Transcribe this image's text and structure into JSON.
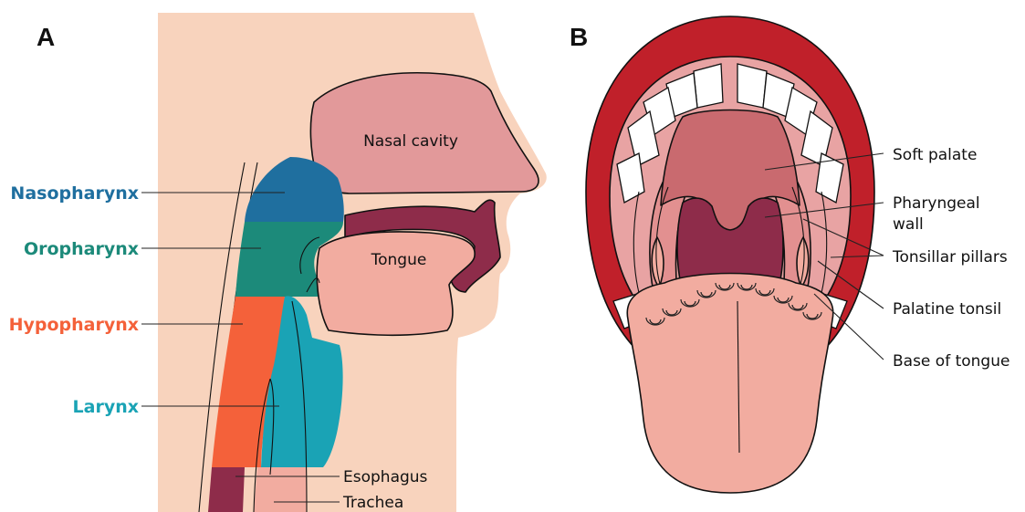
{
  "panels": {
    "a": {
      "letter": "A",
      "regions": [
        {
          "id": "nasopharynx",
          "label": "Nasopharynx",
          "color": "#1f6f9f"
        },
        {
          "id": "oropharynx",
          "label": "Oropharynx",
          "color": "#1c8a7a"
        },
        {
          "id": "hypopharynx",
          "label": "Hypopharynx",
          "color": "#f4613a"
        },
        {
          "id": "larynx",
          "label": "Larynx",
          "color": "#1aa3b5"
        }
      ],
      "labels": {
        "nasal_cavity": "Nasal cavity",
        "tongue": "Tongue",
        "esophagus": "Esophagus",
        "trachea": "Trachea"
      }
    },
    "b": {
      "letter": "B",
      "labels": {
        "soft_palate": "Soft palate",
        "pharyngeal_wall_line1": "Pharyngeal",
        "pharyngeal_wall_line2": "wall",
        "tonsillar_pillars": "Tonsillar pillars",
        "palatine_tonsil": "Palatine tonsil",
        "base_of_tongue": "Base of tongue"
      }
    }
  },
  "colors": {
    "skin": "#f8d3bd",
    "nasal": "#e2999a",
    "tongue": "#f2aca0",
    "maroon": "#8e2c4a",
    "lip_red": "#c0202a",
    "palate": "#c96a6f",
    "mouth_pink": "#e8a3a3"
  }
}
